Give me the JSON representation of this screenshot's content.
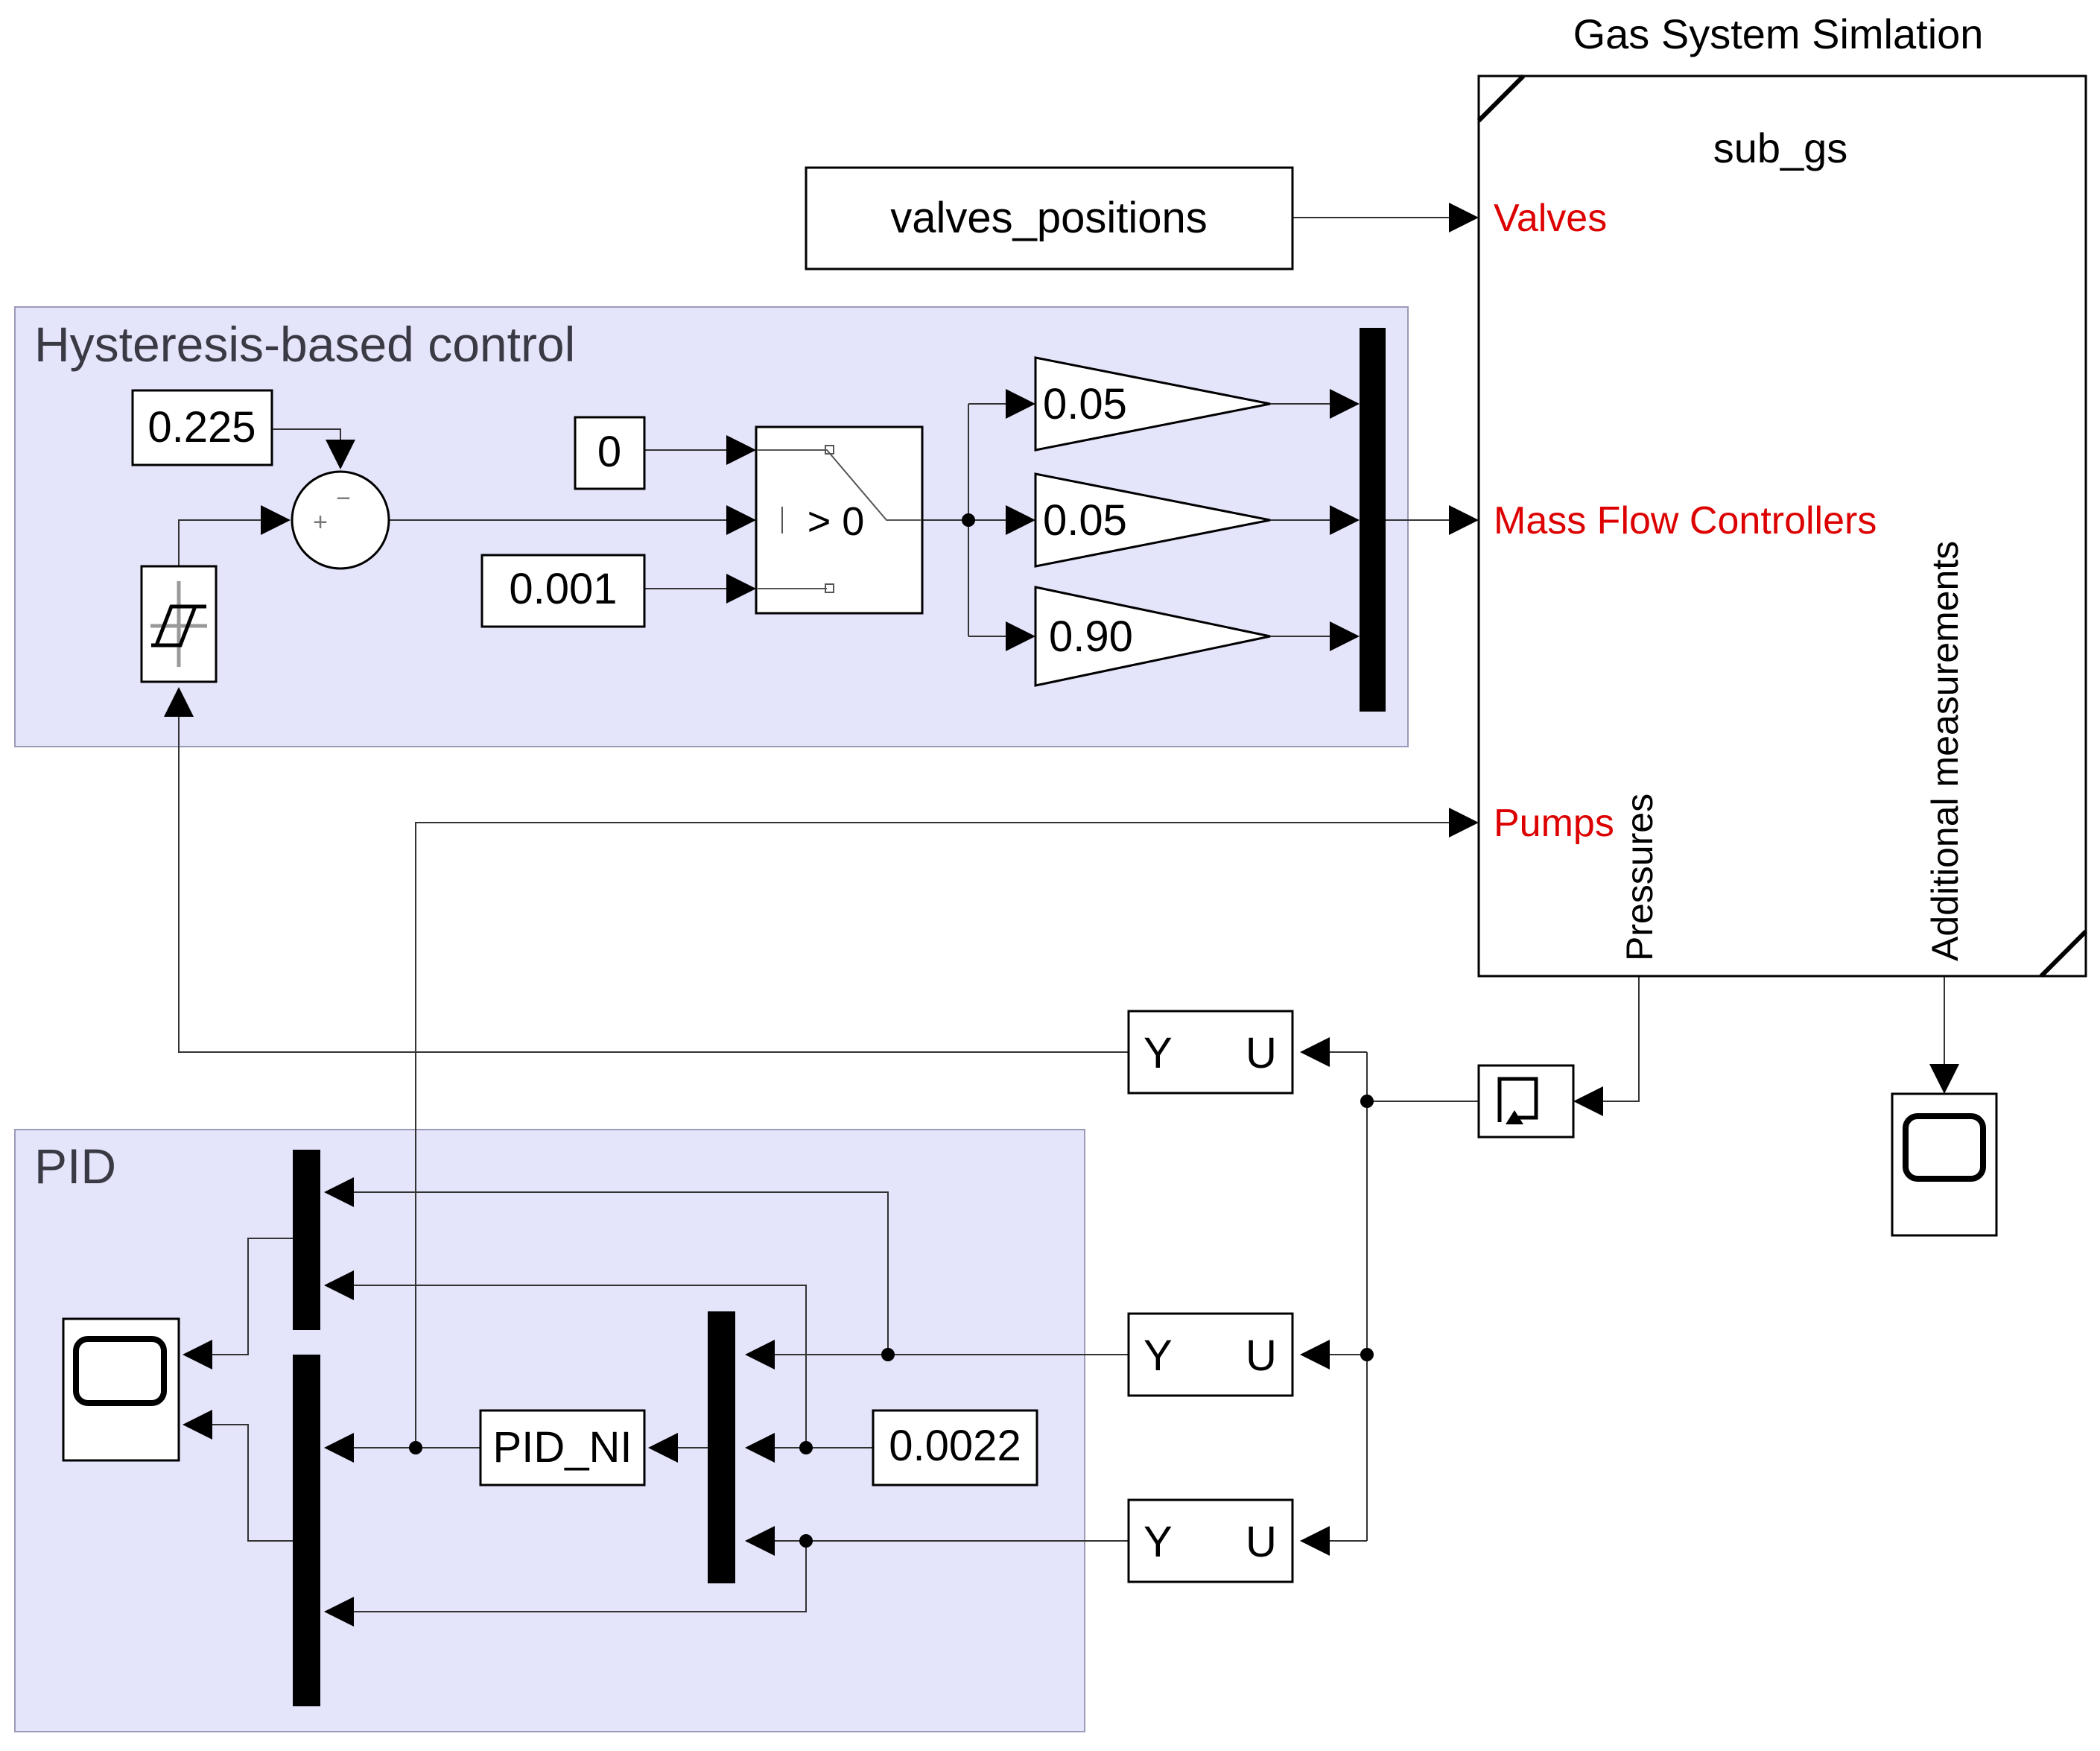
{
  "areas": {
    "hysteresis": "Hysteresis-based control",
    "pid": "PID"
  },
  "subsystem": {
    "title": "Gas System Simlation",
    "name": "sub_gs",
    "inputs": [
      "Valves",
      "Mass Flow Controllers",
      "Pumps"
    ],
    "outputs": [
      "Pressures",
      "Additional measurements"
    ],
    "input_color": "#dd0000"
  },
  "blocks": {
    "valves_source": "valves_positions",
    "ref_constant": "0.225",
    "switch_zero": "0",
    "switch_threshold": "0.001",
    "switch_label": "> 0",
    "gains": [
      "0.05",
      "0.05",
      "0.90"
    ],
    "pid_block": "PID_NI",
    "pid_param": "0.0022",
    "selector_y": "Y",
    "selector_u": "U",
    "sum_signs": [
      "+",
      "−"
    ]
  },
  "icons": {
    "hysteresis": "relay-hysteresis-icon",
    "scope": "scope-icon",
    "zoh": "zero-order-hold-icon",
    "mux": "mux-bar-icon"
  }
}
